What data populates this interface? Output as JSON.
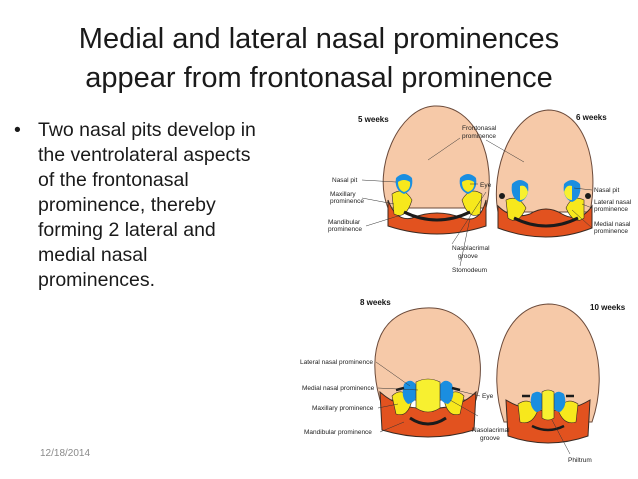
{
  "slide": {
    "title_line1": "Medial and lateral nasal prominences",
    "title_line2": "appear from frontonasal prominence",
    "bullet_symbol": "•",
    "bullet_lines": [
      "Two nasal pits develop in",
      "the ventrolateral aspects",
      "of the frontonasal",
      "prominence, thereby",
      "forming 2 lateral and",
      "medial nasal",
      "prominences."
    ],
    "date": "12/18/2014"
  },
  "figure": {
    "weeks": {
      "w5": "5 weeks",
      "w6": "6 weeks",
      "w8": "8 weeks",
      "w10": "10 weeks"
    },
    "labels": {
      "frontonasal_1": "Frontonasal",
      "frontonasal_2": "prominence",
      "nasal_pit_left": "Nasal pit",
      "maxillary_1": "Maxillary",
      "maxillary_2": "prominence",
      "mandibular_1": "Mandibular",
      "mandibular_2": "prominence",
      "eye_top": "Eye",
      "nasal_pit_right": "Nasal pit",
      "lateral_nasal_1": "Lateral nasal",
      "lateral_nasal_2": "prominence",
      "medial_nasal_1": "Medial nasal",
      "medial_nasal_2": "prominence",
      "nasolacrimal_1": "Nasolacrimal",
      "nasolacrimal_2": "groove",
      "stomodeum": "Stomodeum",
      "lat_nasal_prom": "Lateral nasal prominence",
      "med_nasal_prom": "Medial nasal prominence",
      "maxillary_prom": "Maxillary prominence",
      "mandibular_prom": "Mandibular prominence",
      "eye_bottom": "Eye",
      "nasolacrimal_b1": "Nasolacrimal",
      "nasolacrimal_b2": "groove",
      "philtrum": "Philtrum"
    },
    "colors": {
      "skin": "#f6c9a8",
      "skin_outline": "#6b4a3a",
      "mandibular": "#e2521f",
      "maxillary": "#f7e81c",
      "lateral_nasal": "#1a8ee0",
      "medial_nasal": "#f7f030",
      "eye": "#1b1b1b"
    }
  }
}
